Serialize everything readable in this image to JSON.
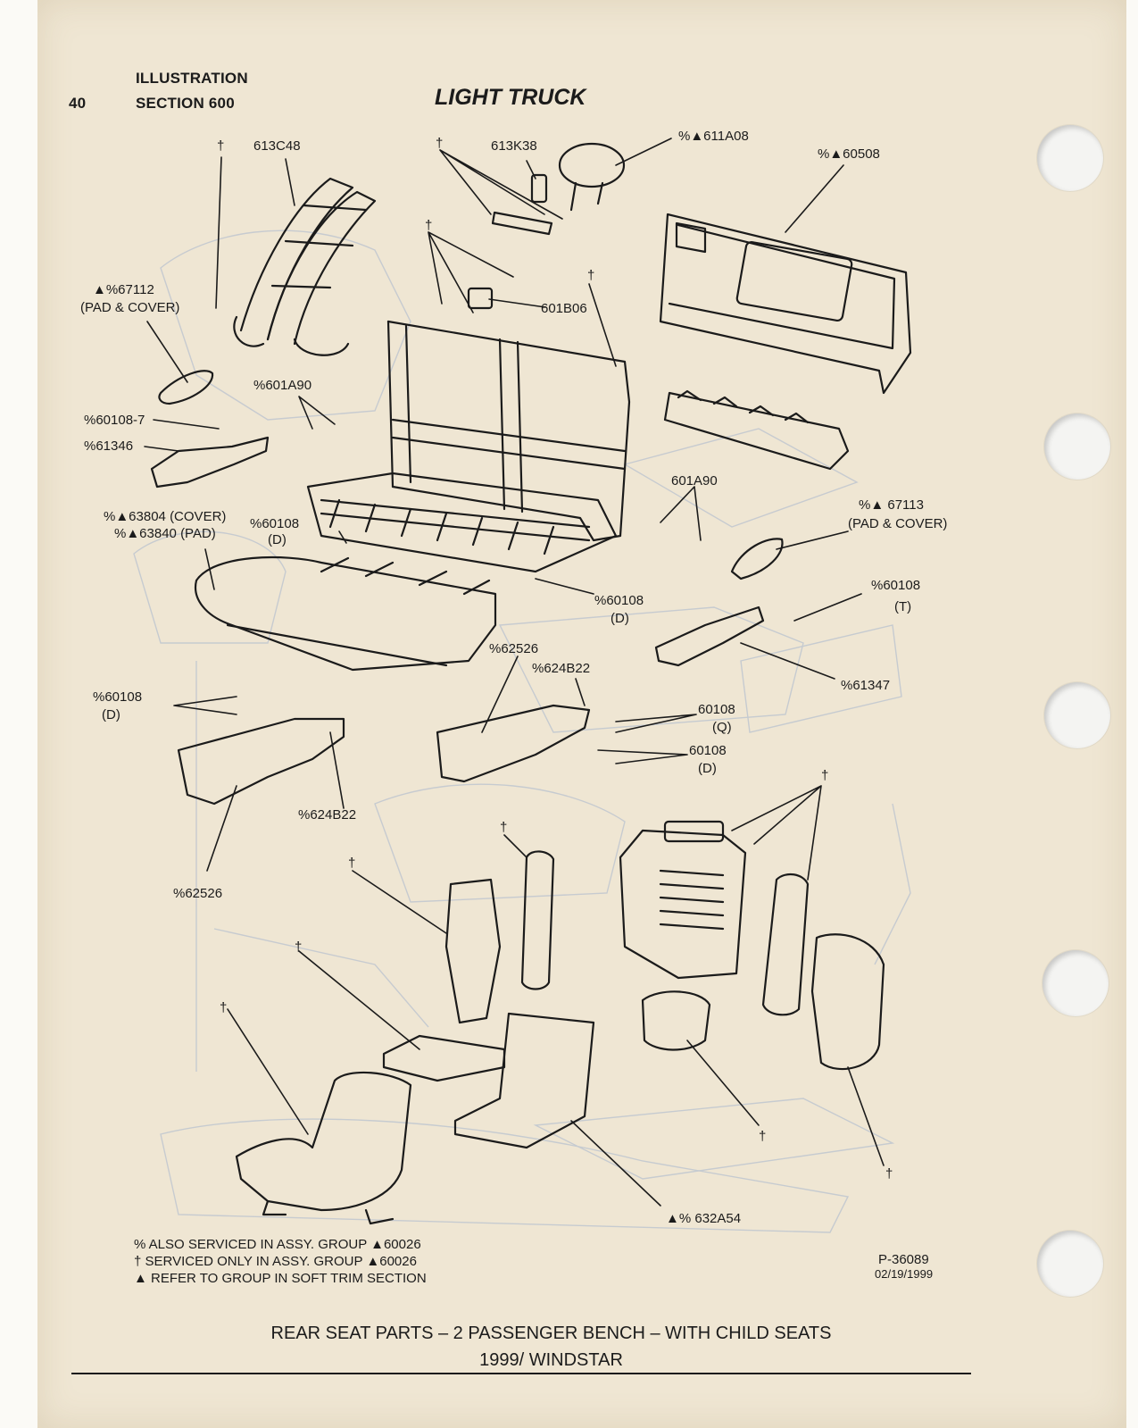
{
  "header": {
    "page_number": "40",
    "illustration_label": "ILLUSTRATION",
    "section_label": "SECTION 600",
    "title": "LIGHT TRUCK"
  },
  "callouts": {
    "c_613C48": "613C48",
    "dagger_1": "†",
    "c_613K38": "613K38",
    "dagger_2": "†",
    "c_611A08": "%▲611A08",
    "c_60508": "%▲60508",
    "dagger_3": "†",
    "dagger_4": "†",
    "c_601B06": "601B06",
    "c_67112": "▲%67112",
    "c_67112_sub": "(PAD & COVER)",
    "c_601A90": "%601A90",
    "c_60108_7": "%60108-7",
    "c_61346": "%61346",
    "c_601A90_b": "601A90",
    "c_67113": "%▲ 67113",
    "c_67113_sub": "(PAD & COVER)",
    "c_63804": "%▲63804 (COVER)",
    "c_63840": "%▲63840 (PAD)",
    "c_60108_d1": "%60108",
    "c_60108_d1_sub": "(D)",
    "c_60108_t": "%60108",
    "c_60108_t_sub": "(T)",
    "c_60108_d2": "%60108",
    "c_60108_d2_sub": "(D)",
    "c_61347": "%61347",
    "c_62526_a": "%62526",
    "c_624B22_a": "%624B22",
    "c_60108_d3": "%60108",
    "c_60108_d3_sub": "(D)",
    "c_60108_q": "60108",
    "c_60108_q_sub": "(Q)",
    "c_60108_d4": "60108",
    "c_60108_d4_sub": "(D)",
    "c_624B22_b": "%624B22",
    "c_62526_b": "%62526",
    "dagger_5": "†",
    "dagger_6": "†",
    "dagger_7": "†",
    "dagger_8": "†",
    "dagger_9": "†",
    "dagger_10": "†",
    "dagger_11": "†",
    "c_632A54": "▲% 632A54"
  },
  "legend": {
    "line1": "% ALSO SERVICED IN ASSY. GROUP ▲60026",
    "line2": "† SERVICED ONLY IN ASSY. GROUP ▲60026",
    "line3": "▲ REFER TO GROUP IN SOFT TRIM SECTION"
  },
  "figure_id": {
    "number": "P-36089",
    "date": "02/19/1999"
  },
  "caption": {
    "line1": "REAR SEAT PARTS – 2 PASSENGER BENCH – WITH CHILD SEATS",
    "line2": "1999/ WINDSTAR"
  },
  "colors": {
    "paper": "#efe6d3",
    "ink": "#1b1b1b",
    "bleed_through": "#b9c2cf"
  }
}
